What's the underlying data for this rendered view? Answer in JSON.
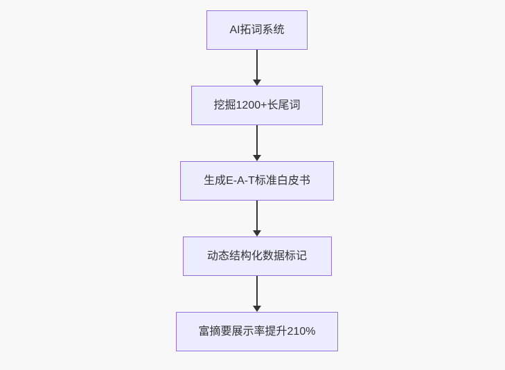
{
  "diagram": {
    "type": "flowchart",
    "direction": "top-down",
    "nodes": [
      {
        "label": "AI拓词系统"
      },
      {
        "label": "挖掘1200+长尾词"
      },
      {
        "label": "生成E-A-T标准白皮书"
      },
      {
        "label": "动态结构化数据标记"
      },
      {
        "label": "富摘要展示率提升210%"
      }
    ],
    "edges": [
      {
        "from": "AI拓词系统",
        "to": "挖掘1200+长尾词"
      },
      {
        "from": "挖掘1200+长尾词",
        "to": "生成E-A-T标准白皮书"
      },
      {
        "from": "生成E-A-T标准白皮书",
        "to": "动态结构化数据标记"
      },
      {
        "from": "动态结构化数据标记",
        "to": "富摘要展示率提升210%"
      }
    ],
    "colors": {
      "background": "#f8f8f8",
      "node_fill": "#ececff",
      "node_border": "#9370db",
      "node_text": "#333333",
      "arrow": "#333333"
    }
  }
}
